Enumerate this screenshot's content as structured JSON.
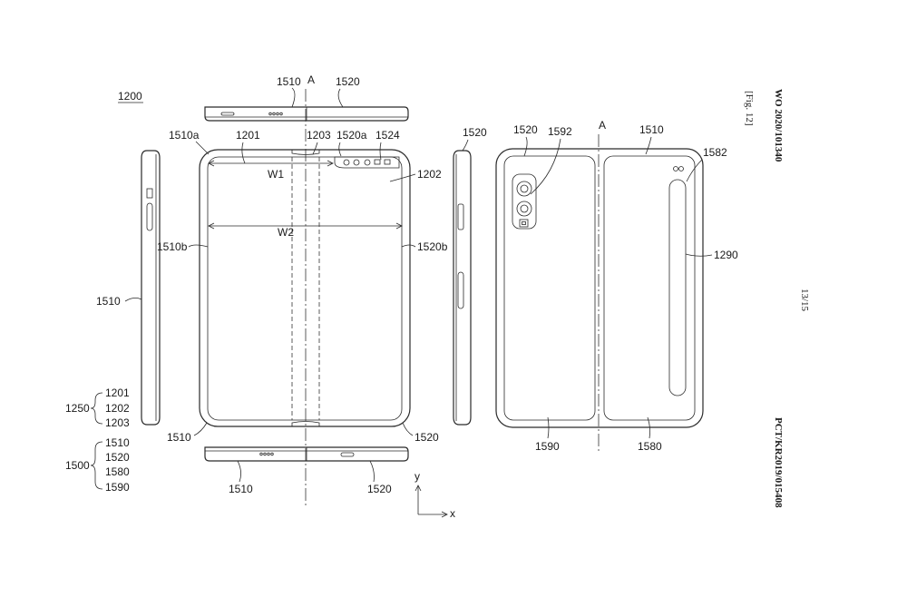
{
  "header": {
    "fig_label": "[Fig. 12]",
    "pub_number": "WO 2020/101340",
    "page": "13/15",
    "app_number": "PCT/KR2019/015408"
  },
  "labels": {
    "device": "1200",
    "axis_a_top": "A",
    "axis_a_back": "A",
    "top_1510": "1510",
    "top_1520": "1520",
    "l_1510a": "1510a",
    "l_1201": "1201",
    "l_1203": "1203",
    "l_1520a": "1520a",
    "l_1524": "1524",
    "l_1202": "1202",
    "w1": "W1",
    "w2": "W2",
    "l_1510b": "1510b",
    "l_1520b": "1520b",
    "left_side_1510": "1510",
    "bl_1510": "1510",
    "br_1520": "1520",
    "bottom_1510": "1510",
    "bottom_1520": "1520",
    "right_side_1520": "1520",
    "back_1520": "1520",
    "back_1592": "1592",
    "back_1510": "1510",
    "back_1582": "1582",
    "back_1290": "1290",
    "back_1590": "1590",
    "back_1580": "1580",
    "axis_y": "y",
    "axis_x": "x"
  },
  "legend": {
    "g1250": {
      "label": "1250",
      "items": [
        "1201",
        "1202",
        "1203"
      ]
    },
    "g1500": {
      "label": "1500",
      "items": [
        "1510",
        "1520",
        "1580",
        "1590"
      ]
    }
  }
}
